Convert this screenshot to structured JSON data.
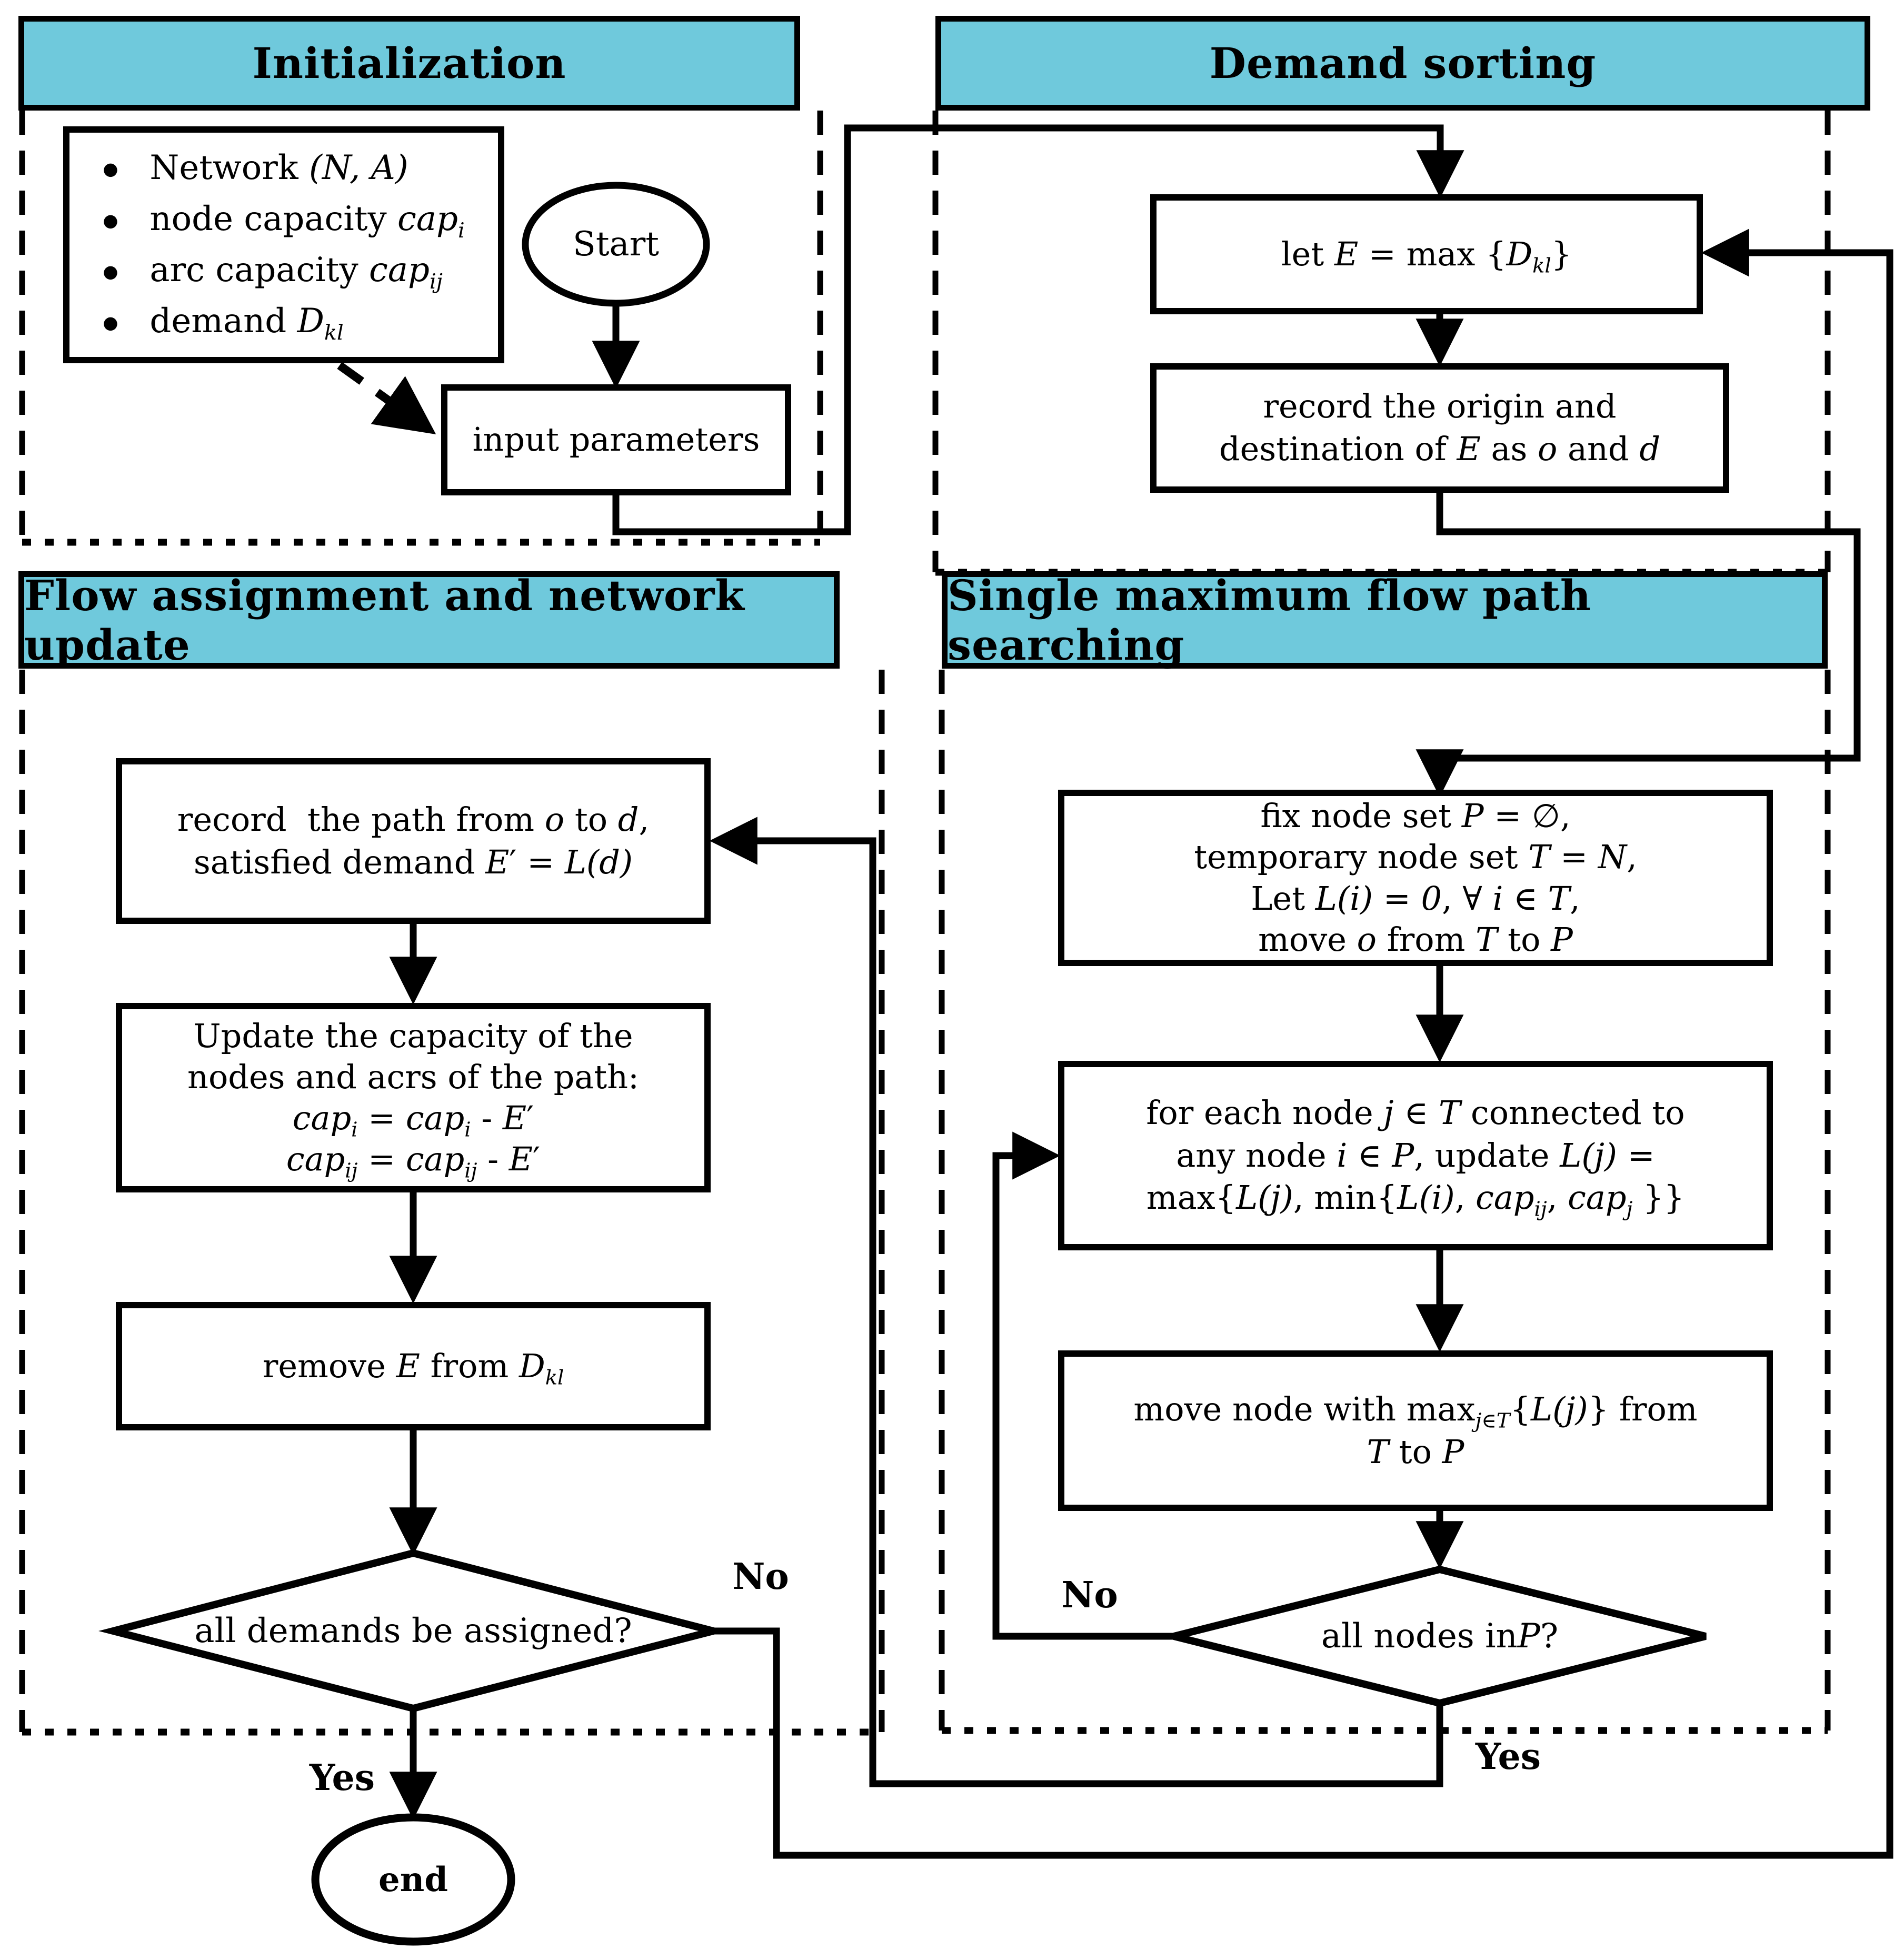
{
  "colors": {
    "header_bg": "#6fc9dc",
    "line": "#000000",
    "node_bg": "#ffffff"
  },
  "initialization": {
    "title": "Initialization",
    "inputs": [
      "Network <i>(N, A)</i>",
      "node capacity <i>cap<sub>i</sub></i>",
      "arc capacity <i>cap<sub>ij</sub></i>",
      "demand <i>D<sub>kl</sub></i>"
    ],
    "start_label": "Start",
    "input_parameters": "input parameters"
  },
  "demand_sorting": {
    "title": "Demand sorting",
    "let_e_max": "let <i>E</i> = max {<i>D<sub>kl</sub></i>}",
    "record_origin": "record the origin and<br>destination of <i>E</i> as <i>o</i> and <i>d</i>"
  },
  "single_max_flow": {
    "title": "Single maximum flow path searching",
    "fix_node_set": "fix node set <i>P</i> = ∅,<br>temporary node set <i>T</i> = <i>N</i>,<br>Let <i>L(i)</i> = <i>0</i>, ∀ <i>i</i> ∈ <i>T</i>,<br>move <i>o</i> from <i>T</i> to <i>P</i>",
    "for_each_node": "for each node <i>j</i> ∈ <i>T</i> connected to<br>any node <i>i</i> ∈ <i>P</i>, update <i>L(j)</i> =<br>max{<i>L(j)</i>, min{<i>L(i)</i>, <i>cap<sub>ij</sub></i>, <i>cap<sub>j</sub></i> }}",
    "move_node": "move node with max<sub><i>j</i>∈<i>T</i></sub>{<i>L(j)</i>} from<br><i>T</i> to <i>P</i>",
    "decision_all_nodes": "all nodes in <i>P</i>?",
    "no_label": "No",
    "yes_label": "Yes"
  },
  "flow_assignment": {
    "title": "Flow assignment and network update",
    "record_path": "record&nbsp; the path from <i>o</i> to <i>d</i>,<br>satisfied demand <i>E</i>′ = <i>L(d)</i>",
    "update_capacity": "Update the capacity of the<br>nodes and acrs of the path:<br><i>cap<sub>i</sub></i> = <i>cap<sub>i</sub></i> - <i>E</i>′<br><i>cap<sub>ij</sub></i> = <i>cap<sub>ij</sub></i> - <i>E</i>′",
    "remove_e": "remove <i>E</i> from <i>D<sub>kl</sub></i>",
    "decision_all_demands": "all demands be assigned?",
    "no_label": "No",
    "yes_label": "Yes",
    "end_label": "end"
  }
}
